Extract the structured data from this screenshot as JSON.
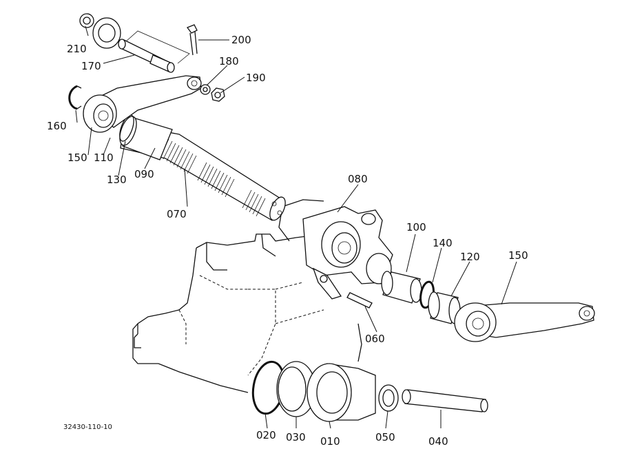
{
  "labels": {
    "p210": "210",
    "p200": "200",
    "p170": "170",
    "p180": "180",
    "p190": "190",
    "p160": "160",
    "p150a": "150",
    "p110": "110",
    "p130": "130",
    "p090": "090",
    "p070": "070",
    "p080": "080",
    "p100": "100",
    "p140": "140",
    "p120": "120",
    "p150b": "150",
    "p060": "060",
    "p020": "020",
    "p030": "030",
    "p010": "010",
    "p050": "050",
    "p040": "040"
  },
  "figure_id": "32430-110-10"
}
